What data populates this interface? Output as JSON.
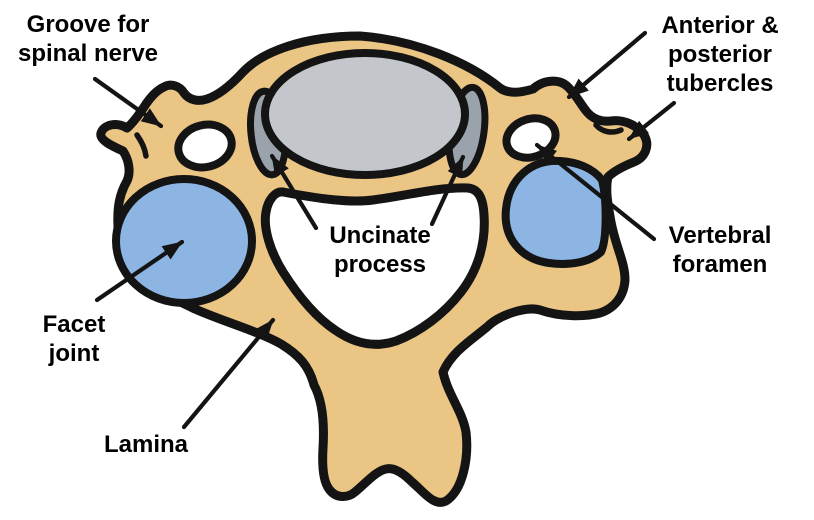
{
  "diagram": {
    "name": "Cervical vertebra labeled diagram (superior view)"
  },
  "colors": {
    "background": "#ffffff",
    "bone": "#eac584",
    "disc": "#c3c7cc",
    "uncinate": "#9aa2ac",
    "facet": "#8db5e4",
    "outline": "#141414"
  },
  "labels": {
    "groove": {
      "lines": [
        "Groove for",
        "spinal nerve"
      ]
    },
    "tubercles": {
      "lines": [
        "Anterior &",
        "posterior",
        "tubercles"
      ]
    },
    "uncinate": {
      "lines": [
        "Uncinate",
        "process"
      ]
    },
    "vertebral": {
      "lines": [
        "Vertebral",
        "foramen"
      ]
    },
    "facet": {
      "lines": [
        "Facet",
        "joint"
      ]
    },
    "lamina": {
      "lines": [
        "Lamina"
      ]
    }
  }
}
